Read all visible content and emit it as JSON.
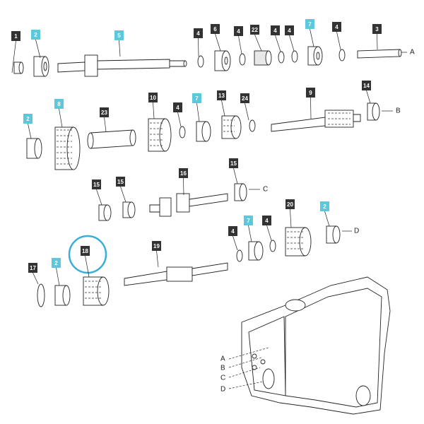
{
  "colors": {
    "dark_label": "#333333",
    "highlight_label": "#5bc8dc",
    "highlight_ring": "#3aaed8",
    "outline": "#222222"
  },
  "highlighted_part": "18",
  "labels": {
    "l1": "1",
    "l2a": "2",
    "l5": "5",
    "l4a": "4",
    "l6": "6",
    "l4b": "4",
    "l22": "22",
    "l4c": "4",
    "l4d": "4",
    "l7a": "7",
    "l4e": "4",
    "l3": "3",
    "l2b": "2",
    "l8": "8",
    "l23": "23",
    "l10": "10",
    "l4f": "4",
    "l7b": "7",
    "l13": "13",
    "l24": "24",
    "l9": "9",
    "l14": "14",
    "l15a": "15",
    "l15b": "15",
    "l16": "16",
    "l15c": "15",
    "l4g": "4",
    "l7c": "7",
    "l4h": "4",
    "l20": "20",
    "l2c": "2",
    "l17": "17",
    "l2d": "2",
    "l18": "18",
    "l19": "19"
  },
  "axes": {
    "A": "A",
    "B": "B",
    "C": "C",
    "D": "D",
    "hA": "A",
    "hB": "B",
    "hC": "C",
    "hD": "D"
  }
}
